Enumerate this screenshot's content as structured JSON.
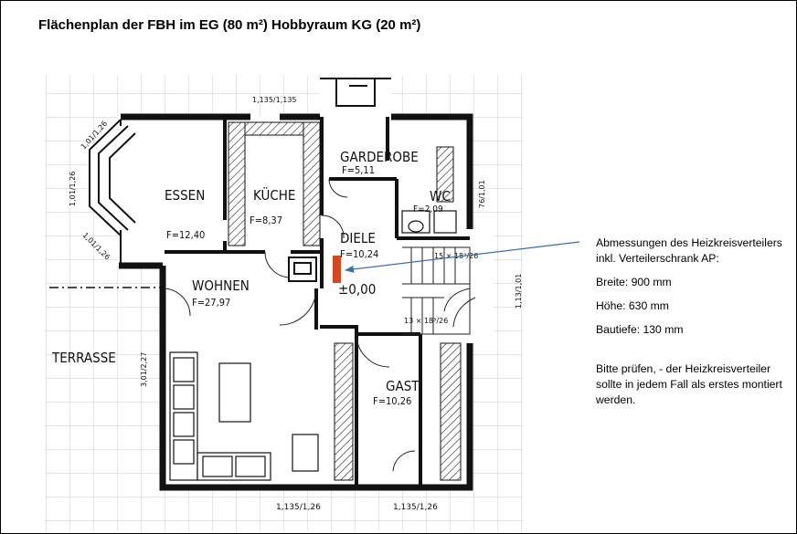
{
  "title": "Flächenplan der FBH im EG (80 m²) Hobbyraum KG (20 m²)",
  "rooms": {
    "essen": {
      "name": "ESSEN",
      "area": "F=12,40"
    },
    "kueche": {
      "name": "KÜCHE",
      "area": "F=8,37"
    },
    "garderobe": {
      "name": "GARDEROBE",
      "area": "F=5,11"
    },
    "wc": {
      "name": "WC",
      "area": "F=2,09"
    },
    "diele": {
      "name": "DIELE",
      "area": "F=10,24"
    },
    "wohnen": {
      "name": "WOHNEN",
      "area": "F=27,97"
    },
    "terrasse": {
      "name": "TERRASSE"
    },
    "gast": {
      "name": "GAST",
      "area": "F=10,26"
    }
  },
  "level": "±0,00",
  "dimensions": {
    "top_window": "1,135/1,135",
    "bay_top": "1,01/1,26",
    "bay_left": "1,01/1,26",
    "bay_bottom": "1,01/1,26",
    "right_upper": "76/1,01",
    "right_middle": "1,13/1,01",
    "left_lower": "3,01/2,27",
    "stairs_upper": "15 × 18³/26",
    "stairs_lower": "13 × 18³/26",
    "bottom_left": "1,135/1,26",
    "bottom_right": "1,135/1,26"
  },
  "annotation": {
    "intro_line1": "Abmessungen des Heizkreisverteilers",
    "intro_line2": "inkl. Verteilerschrank AP:",
    "width": "Breite:  900 mm",
    "height": "Höhe:   630 mm",
    "depth": "Bautiefe: 130 mm",
    "note_line1": "Bitte prüfen, - der Heizkreisverteiler",
    "note_line2": "sollte in jedem Fall als erstes montiert",
    "note_line3": "werden."
  },
  "colors": {
    "distributor": "#d9451c",
    "arrow": "#3a6fb0",
    "wall": "#111111"
  }
}
